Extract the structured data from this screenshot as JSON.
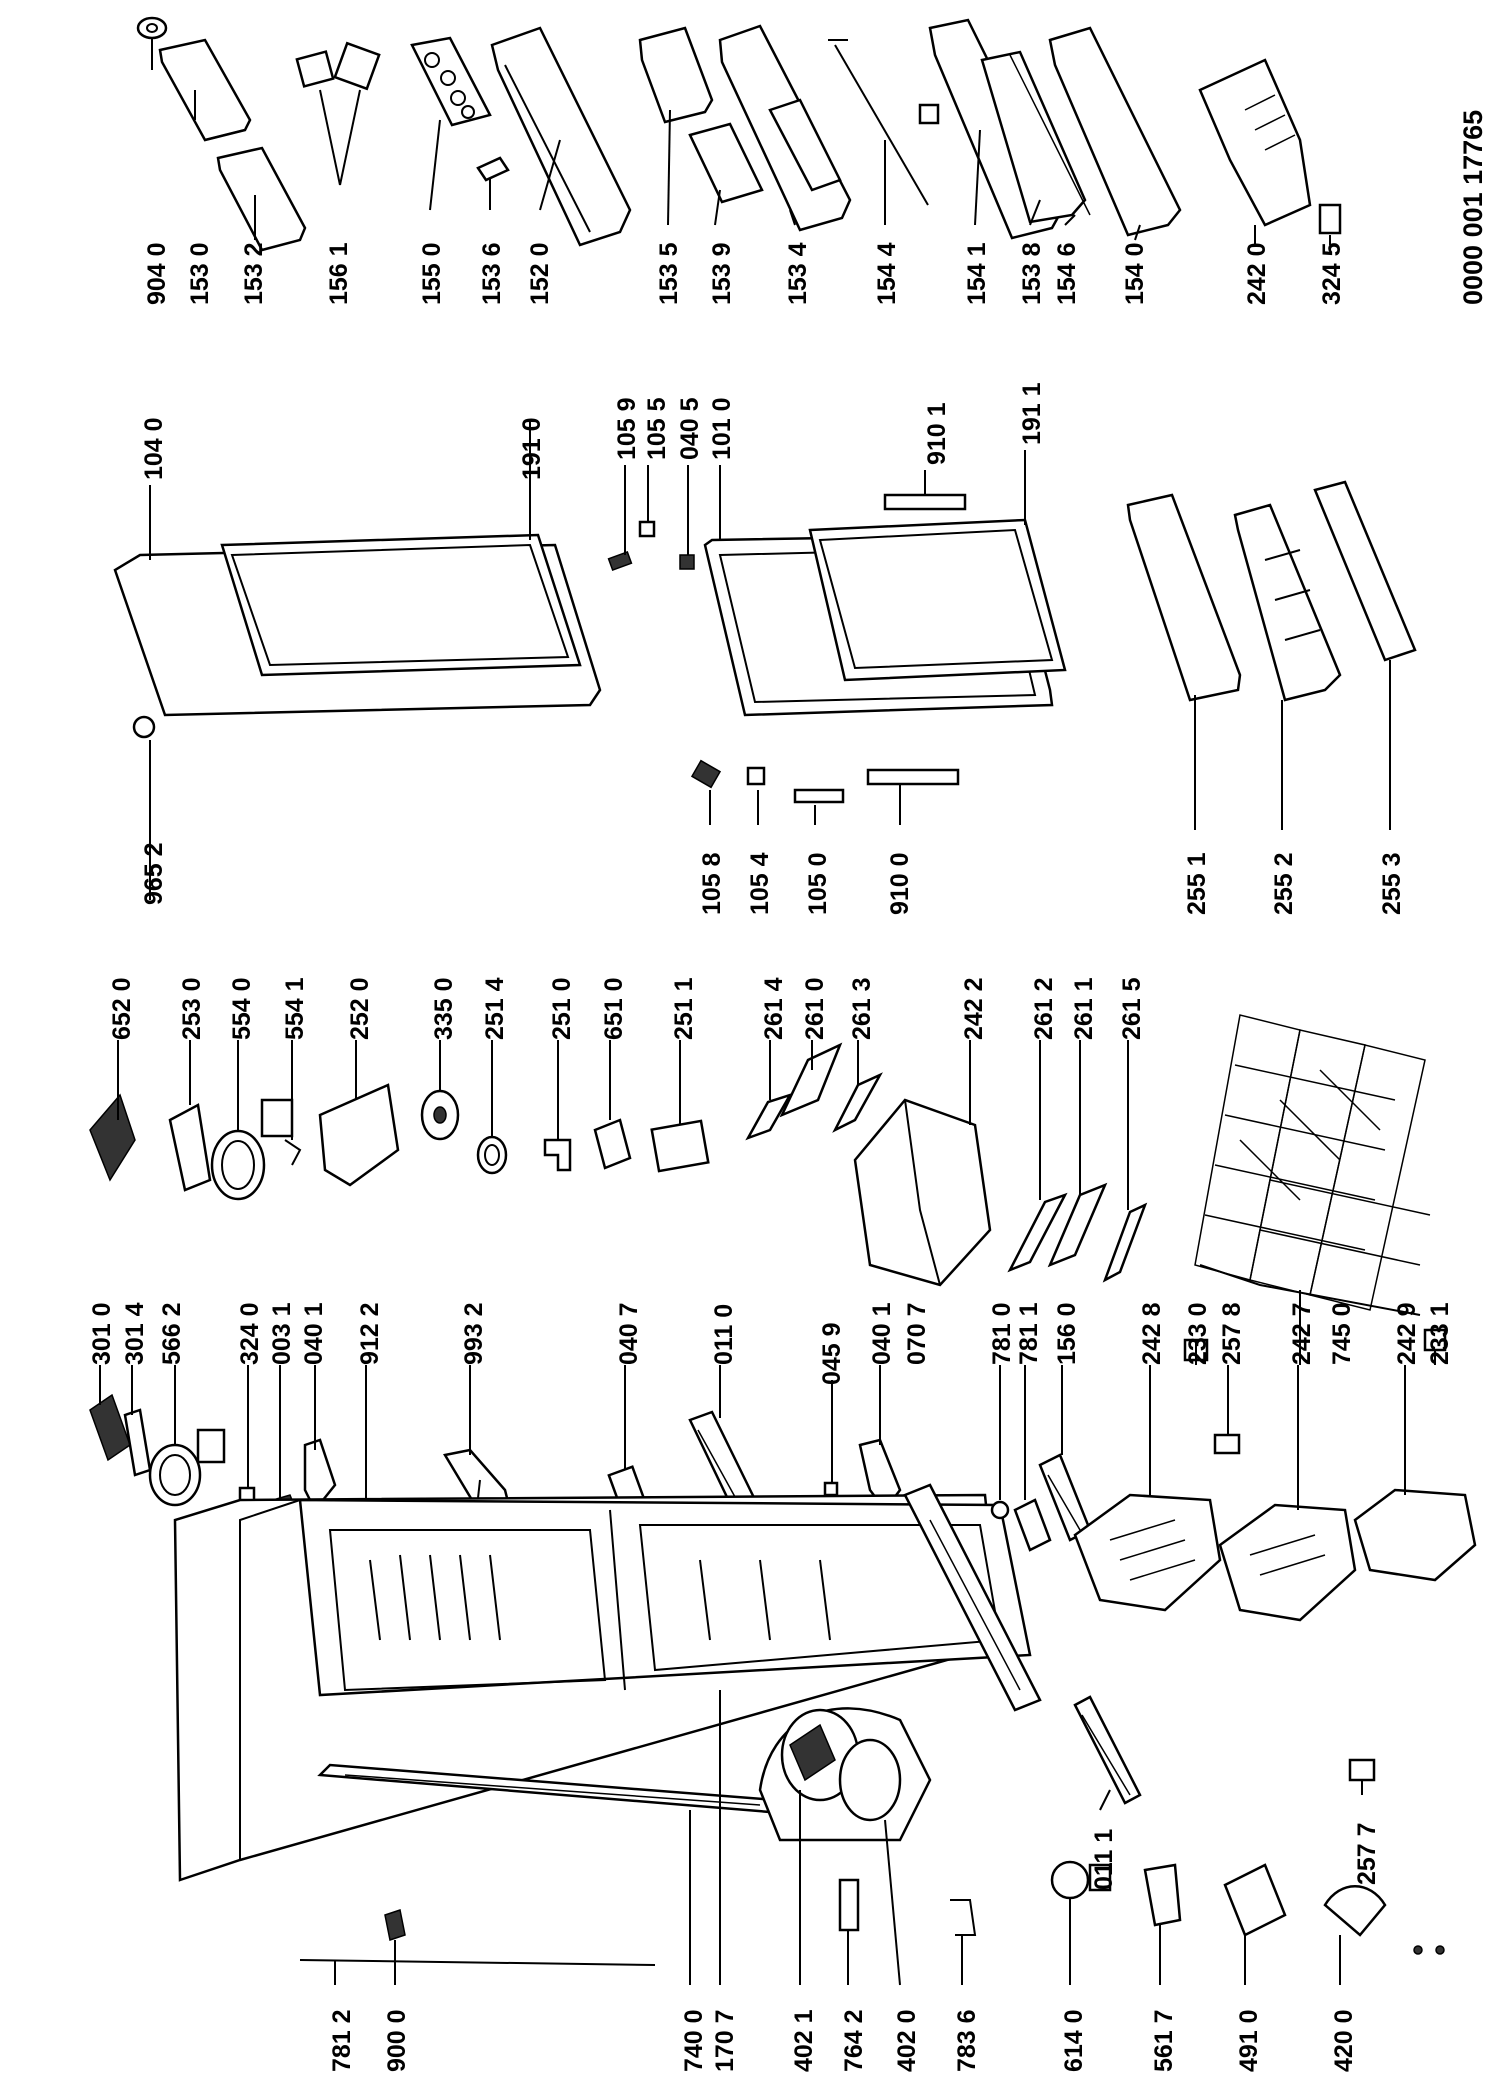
{
  "diagram": {
    "code": "0000 001 17765",
    "labels": {
      "l9040": "904 0",
      "l1530": "153 0",
      "l1532": "153 2",
      "l1561": "156 1",
      "l1550": "155 0",
      "l1536": "153 6",
      "l1520": "152 0",
      "l1535": "153 5",
      "l1539": "153 9",
      "l1534": "153 4",
      "l1544": "154 4",
      "l1541": "154 1",
      "l1538": "153 8",
      "l1546": "154 6",
      "l1540": "154 0",
      "l2420": "242 0",
      "l3245": "324 5",
      "l1040": "104 0",
      "l1910": "191 0",
      "l1059": "105 9",
      "l1055": "105 5",
      "l0405": "040 5",
      "l1010": "101 0",
      "l9101": "910 1",
      "l1911": "191 1",
      "l9652": "965 2",
      "l1058": "105 8",
      "l1054": "105 4",
      "l1050": "105 0",
      "l9100": "910 0",
      "l2551": "255 1",
      "l2552": "255 2",
      "l2553": "255 3",
      "l6520": "652 0",
      "l2530": "253 0",
      "l5540": "554 0",
      "l5541": "554 1",
      "l2520": "252 0",
      "l3350": "335 0",
      "l2514": "251 4",
      "l2510": "251 0",
      "l6510": "651 0",
      "l2511": "251 1",
      "l2614": "261 4",
      "l2610": "261 0",
      "l2613": "261 3",
      "l2422": "242 2",
      "l2612": "261 2",
      "l2611": "261 1",
      "l2615": "261 5",
      "l3010": "301 0",
      "l3014": "301 4",
      "l5662": "566 2",
      "l3240": "324 0",
      "l0031": "003 1",
      "l0401a": "040 1",
      "l9122": "912 2",
      "l9932": "993 2",
      "l0407": "040 7",
      "l0110": "011 0",
      "l0459": "045 9",
      "l0401b": "040 1",
      "l0707": "070 7",
      "l7810": "781 0",
      "l7811": "781 1",
      "l1560": "156 0",
      "l2428": "242 8",
      "l2330": "233 0",
      "l2578": "257 8",
      "l2427": "242 7",
      "l7450": "745 0",
      "l2429": "242 9",
      "l2331": "233 1",
      "l0111": "011 1",
      "l2577": "257 7",
      "l7812": "781 2",
      "l9000": "900 0",
      "l7400": "740 0",
      "l1707": "170 7",
      "l4021": "402 1",
      "l7642": "764 2",
      "l4020": "402 0",
      "l7836": "783 6",
      "l6140": "614 0",
      "l5617": "561 7",
      "l4910": "491 0",
      "l4200": "420 0"
    }
  }
}
